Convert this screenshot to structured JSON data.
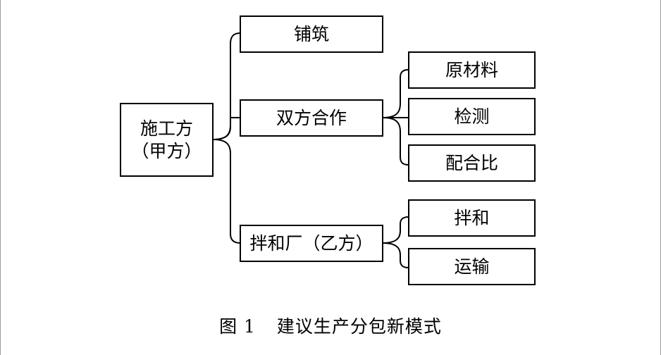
{
  "diagram": {
    "root": {
      "line1": "施工方",
      "line2": "（甲方）"
    },
    "paving": "铺筑",
    "cooperation": "双方合作",
    "raw_materials": "原材料",
    "testing": "检测",
    "mix_ratio": "配合比",
    "plant": "拌和厂（乙方）",
    "mixing": "拌和",
    "transport": "运输"
  },
  "caption": {
    "figure_number": "图 1",
    "title": "建议生产分包新模式"
  }
}
